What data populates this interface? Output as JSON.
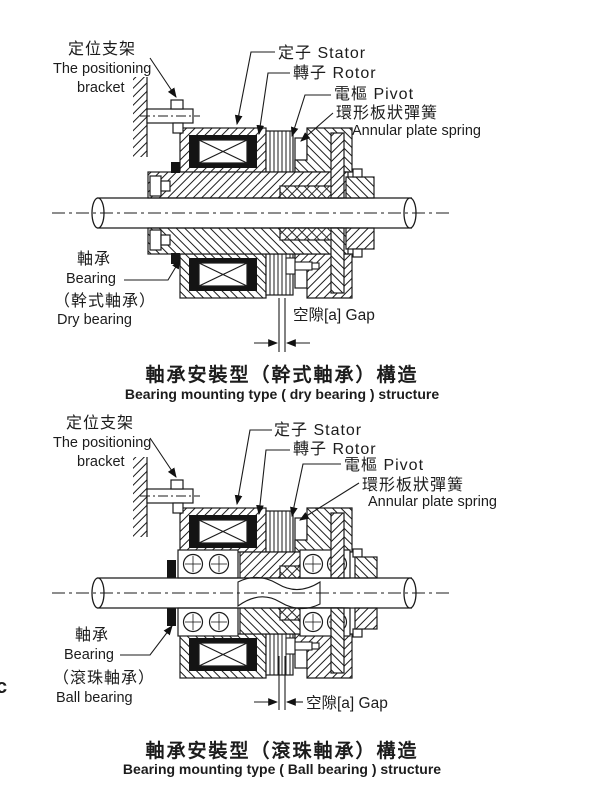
{
  "page": {
    "stray_mark": "c"
  },
  "diagrams": [
    {
      "id": "dry-bearing",
      "labels": {
        "bracket_zh": "定位支架",
        "bracket_en1": "The positioning",
        "bracket_en2": "bracket",
        "stator": "定子  Stator",
        "rotor": "轉子  Rotor",
        "pivot": "電樞  Pivot",
        "spring_zh": "環形板狀彈簧",
        "spring_en": "Annular plate spring",
        "bearing_zh": "軸承",
        "bearing_en": "Bearing",
        "bearing_type_zh": "（幹式軸承）",
        "bearing_type_en": "Dry bearing",
        "gap": "空隙[a]  Gap"
      },
      "caption_zh": "軸承安裝型（幹式軸承）構造",
      "caption_en": "Bearing mounting type ( dry bearing ) structure"
    },
    {
      "id": "ball-bearing",
      "labels": {
        "bracket_zh": "定位支架",
        "bracket_en1": "The positioning",
        "bracket_en2": "bracket",
        "stator": "定子  Stator",
        "rotor": "轉子  Rotor",
        "pivot": "電樞  Pivot",
        "spring_zh": "環形板狀彈簧",
        "spring_en": "Annular plate spring",
        "bearing_zh": "軸承",
        "bearing_en": "Bearing",
        "bearing_type_zh": "（滾珠軸承）",
        "bearing_type_en": "Ball  bearing",
        "gap": "空隙[a]  Gap"
      },
      "caption_zh": "軸承安裝型（滾珠軸承）構造",
      "caption_en": "Bearing mounting type ( Ball  bearing ) structure"
    }
  ]
}
